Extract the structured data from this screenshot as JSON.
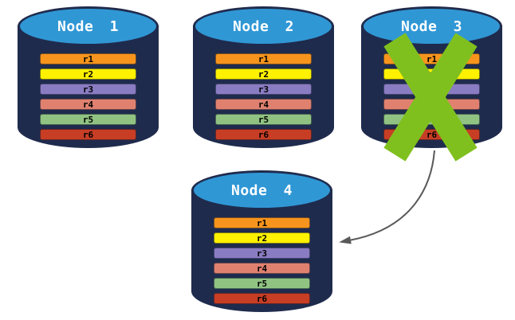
{
  "nodes": [
    {
      "id": "node-1",
      "label": "Node 1",
      "failed": false
    },
    {
      "id": "node-2",
      "label": "Node 2",
      "failed": false
    },
    {
      "id": "node-3",
      "label": "Node 3",
      "failed": true
    },
    {
      "id": "node-4",
      "label": "Node 4",
      "failed": false
    }
  ],
  "records": [
    {
      "label": "r1",
      "color": "#F7941D"
    },
    {
      "label": "r2",
      "color": "#FFF100"
    },
    {
      "label": "r3",
      "color": "#8A7CC2"
    },
    {
      "label": "r4",
      "color": "#E08170"
    },
    {
      "label": "r5",
      "color": "#90C382"
    },
    {
      "label": "r6",
      "color": "#C73E25"
    }
  ],
  "colors": {
    "cylinder_body": "#1F2B4D",
    "cylinder_top": "#3097D5",
    "node_label": "#FFFFFF",
    "record_label": "#000000",
    "failure_x": "#80C01E",
    "arrow": "#595959"
  },
  "arrow": {
    "from": "node-3",
    "to": "node-4"
  }
}
